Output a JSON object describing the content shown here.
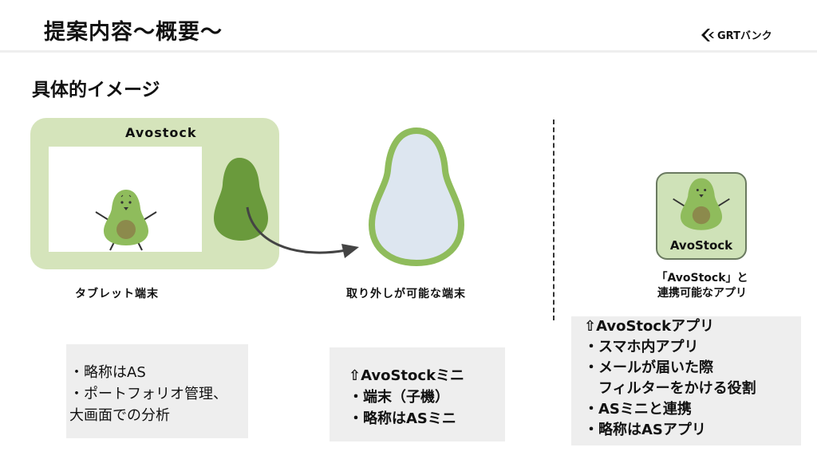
{
  "header": {
    "title": "提案内容〜概要〜",
    "logo_text": "GRTバンク",
    "logo_icon": "grt-chevron-logo-icon"
  },
  "section": {
    "title": "具体的イメージ"
  },
  "tablet": {
    "app_label": "Avostock",
    "caption": "タブレット端末"
  },
  "device": {
    "caption": "取り外しが可能な端末"
  },
  "app_icon": {
    "name": "AvoStock",
    "caption_line1": "「AvoStock」と",
    "caption_line2": "連携可能なアプリ"
  },
  "notes": {
    "tablet": [
      "・略称はAS",
      "・ポートフォリオ管理、",
      "大画面での分析"
    ],
    "device": [
      "⇧AvoStockミニ",
      "・端末（子機）",
      "・略称はASミニ"
    ],
    "app": [
      "⇧AvoStockアプリ",
      "・スマホ内アプリ",
      "・メールが届いた際",
      "　フィルターをかける役割",
      "・ASミニと連携",
      "・略称はASアプリ"
    ]
  },
  "colors": {
    "tablet_bg": "#d5e4bb",
    "avocado_skin": "#8fbc5c",
    "avocado_dark": "#6a9a3c",
    "avocado_seed": "#8c8a4c",
    "device_screen": "#dde6f0",
    "note_bg": "#eeeeee"
  }
}
